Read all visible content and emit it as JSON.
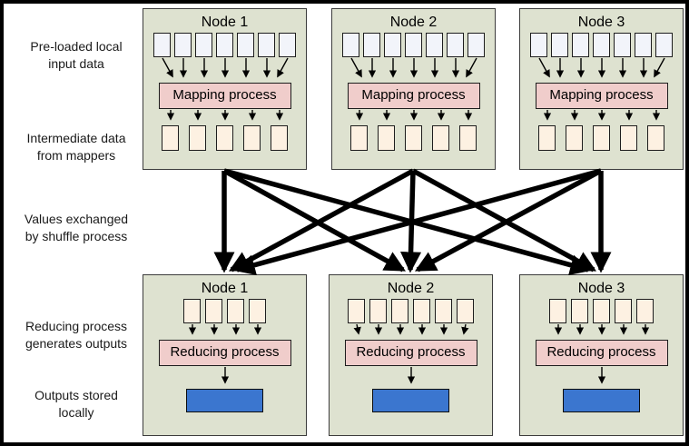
{
  "side_labels": [
    {
      "id": "preloaded",
      "text": "Pre-loaded local\ninput data"
    },
    {
      "id": "intermediate",
      "text": "Intermediate data\nfrom mappers"
    },
    {
      "id": "shuffle",
      "text": "Values exchanged\nby shuffle process"
    },
    {
      "id": "reducing",
      "text": "Reducing process\ngenerates outputs"
    },
    {
      "id": "outputs",
      "text": "Outputs stored\nlocally"
    }
  ],
  "map_nodes": [
    {
      "title": "Node 1",
      "process_label": "Mapping process",
      "input_box_count": 7,
      "intermediate_box_count": 5
    },
    {
      "title": "Node 2",
      "process_label": "Mapping process",
      "input_box_count": 7,
      "intermediate_box_count": 5
    },
    {
      "title": "Node 3",
      "process_label": "Mapping process",
      "input_box_count": 7,
      "intermediate_box_count": 5
    }
  ],
  "reduce_nodes": [
    {
      "title": "Node 1",
      "process_label": "Reducing process",
      "intermediate_box_count": 4
    },
    {
      "title": "Node 2",
      "process_label": "Reducing process",
      "intermediate_box_count": 6
    },
    {
      "title": "Node 3",
      "process_label": "Reducing process",
      "intermediate_box_count": 5
    }
  ],
  "shuffle": {
    "arrow_count": 9,
    "sources": 3,
    "targets": 3
  },
  "colors": {
    "node_bg": "#dee2d0",
    "node_border": "#3c3c3c",
    "input_box": "#f2f4fa",
    "intermediate_box": "#fdf1e2",
    "process_box": "#f0cdcb",
    "output_box": "#3b76cf",
    "arrow": "#000000",
    "canvas_bg": "#ffffff",
    "frame": "#000000"
  }
}
